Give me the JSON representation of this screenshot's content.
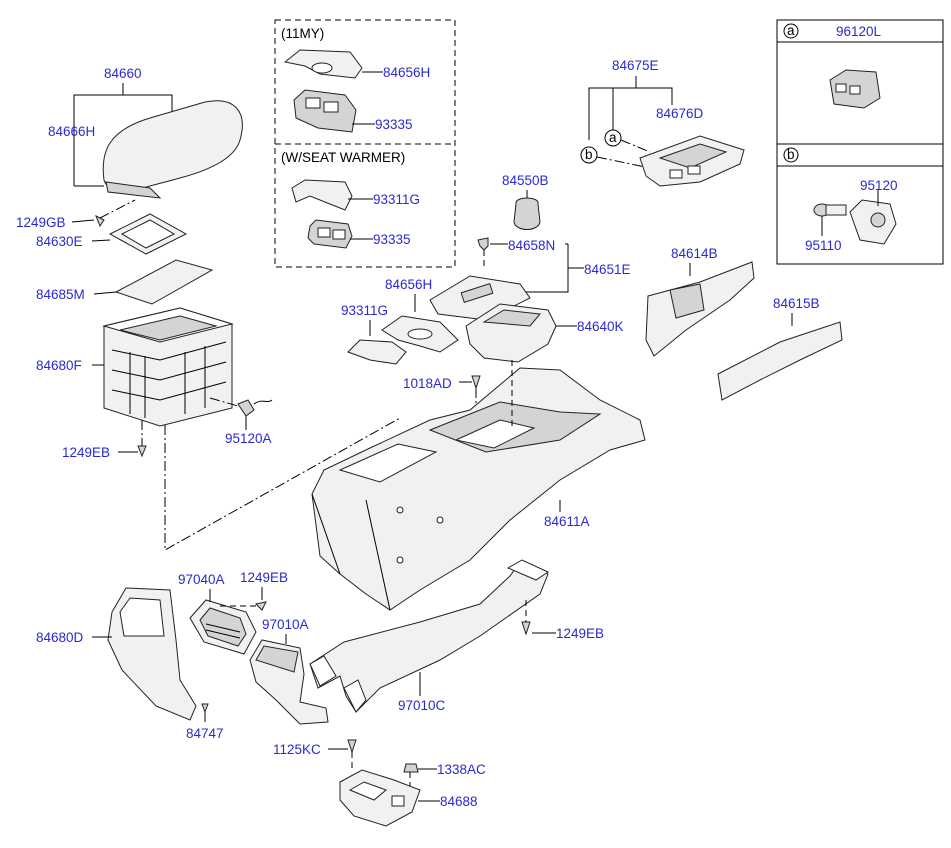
{
  "labels": {
    "l84660": "84660",
    "l84666H": "84666H",
    "l1249GB": "1249GB",
    "l84630E": "84630E",
    "l84685M": "84685M",
    "l84680F": "84680F",
    "l95120A": "95120A",
    "l1249EB_a": "1249EB",
    "l84656H_a": "84656H",
    "l93335_a": "93335",
    "l93311G_a": "93311G",
    "l93335_b": "93335",
    "l84550B": "84550B",
    "l84658N": "84658N",
    "l84651E": "84651E",
    "l84656H_b": "84656H",
    "l93311G_b": "93311G",
    "l84640K": "84640K",
    "l1018AD": "1018AD",
    "l84675E": "84675E",
    "l84676D": "84676D",
    "l84614B": "84614B",
    "l84615B": "84615B",
    "l84611A": "84611A",
    "l97040A": "97040A",
    "l1249EB_b": "1249EB",
    "l97010A": "97010A",
    "l84680D": "84680D",
    "l84747": "84747",
    "l1249EB_c": "1249EB",
    "l97010C": "97010C",
    "l1125KC": "1125KC",
    "l1338AC": "1338AC",
    "l84688": "84688"
  },
  "variants": {
    "my11": "(11MY)",
    "seat_warmer": "(W/SEAT WARMER)"
  },
  "callouts": {
    "a": "a",
    "b": "b",
    "a_part": "96120L",
    "b_part1": "95120",
    "b_part2": "95110"
  }
}
